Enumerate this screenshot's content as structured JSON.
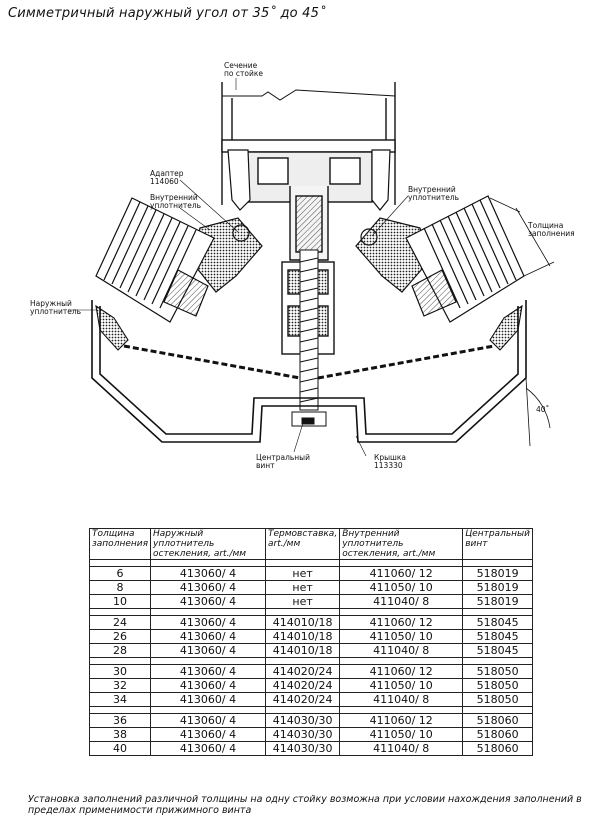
{
  "title": "Симметричный наружный угол от 35˚ до 45˚",
  "labels": {
    "section": "Сечение\nпо стойке",
    "adapter": "Адаптер\n114060",
    "inner_seal_left": "Внутренний\nуплотнитель",
    "inner_seal_right": "Внутренний\nуплотнитель",
    "outer_seal": "Наружный\nуплотнитель",
    "thickness": "Толщина\nзаполнения",
    "angle": "40˚",
    "central_screw": "Центральный\nвинт",
    "cap": "Крышка\n113330"
  },
  "table": {
    "headers": [
      "Толщина заполнения",
      "Наружный уплотнитель остекления, art./мм",
      "Термовставка, art./мм",
      "Внутренний уплотнитель остекления, art./мм",
      "Центральный винт"
    ],
    "groups": [
      [
        [
          "6",
          "413060/ 4",
          "нет",
          "411060/ 12",
          "518019"
        ],
        [
          "8",
          "413060/ 4",
          "нет",
          "411050/ 10",
          "518019"
        ],
        [
          "10",
          "413060/ 4",
          "нет",
          "411040/ 8",
          "518019"
        ]
      ],
      [
        [
          "24",
          "413060/ 4",
          "414010/18",
          "411060/ 12",
          "518045"
        ],
        [
          "26",
          "413060/ 4",
          "414010/18",
          "411050/ 10",
          "518045"
        ],
        [
          "28",
          "413060/ 4",
          "414010/18",
          "411040/ 8",
          "518045"
        ]
      ],
      [
        [
          "30",
          "413060/ 4",
          "414020/24",
          "411060/ 12",
          "518050"
        ],
        [
          "32",
          "413060/ 4",
          "414020/24",
          "411050/ 10",
          "518050"
        ],
        [
          "34",
          "413060/ 4",
          "414020/24",
          "411040/ 8",
          "518050"
        ]
      ],
      [
        [
          "36",
          "413060/ 4",
          "414030/30",
          "411060/ 12",
          "518060"
        ],
        [
          "38",
          "413060/ 4",
          "414030/30",
          "411050/ 10",
          "518060"
        ],
        [
          "40",
          "413060/ 4",
          "414030/30",
          "411040/ 8",
          "518060"
        ]
      ]
    ]
  },
  "footnote": "Установка заполнений различной толщины на одну стойку возможна при условии нахождения заполнений в пределах применимости прижимного винта"
}
